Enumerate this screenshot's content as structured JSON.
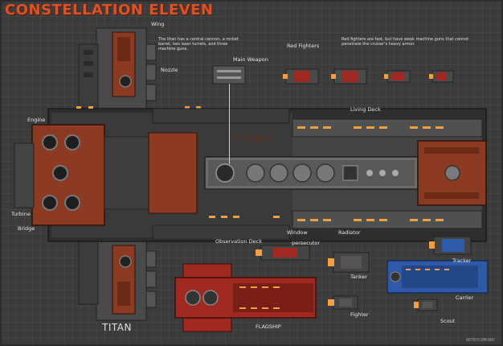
{
  "title": "CONSTELLATION ELEVEN",
  "ship_name": "TITAN",
  "hull_text": "TYPHON",
  "credit": "ARTBYCOMPANY",
  "descriptions": {
    "titan": "The titan has a central cannon, a rocket barrel, two laser turrets, and three machine guns.",
    "fighters": "Red fighters are fast, but have weak machine guns that cannot penetrate the cruiser's heavy armor."
  },
  "labels": {
    "wing": "Wing",
    "nozzle": "Nozzle",
    "main_weapon": "Main Weapon",
    "red_fighters": "Red Fighters",
    "living_deck": "Living Deck",
    "engine": "Engine",
    "turbine": "Turbine",
    "bridge": "Bridge",
    "observation_deck": "Observation Deck",
    "window": "Window",
    "radiator": "Radiator",
    "persecutor": "persecutor",
    "tanker": "Tanker",
    "fighter": "Fighter",
    "flagship": "FLAGSHIP",
    "tracker": "Tracker",
    "carrier": "Carrier",
    "scout": "Scout"
  },
  "colors": {
    "background": "#3b3b3b",
    "title": "#d6542a",
    "hull_dark": "#2a2a2a",
    "hull_mid": "#4a4a4a",
    "hull_light": "#6b6b6b",
    "rust": "#8c3a22",
    "red_ship": "#a02a22",
    "blue_ship": "#2f5aa8",
    "light": "#f0a040"
  }
}
